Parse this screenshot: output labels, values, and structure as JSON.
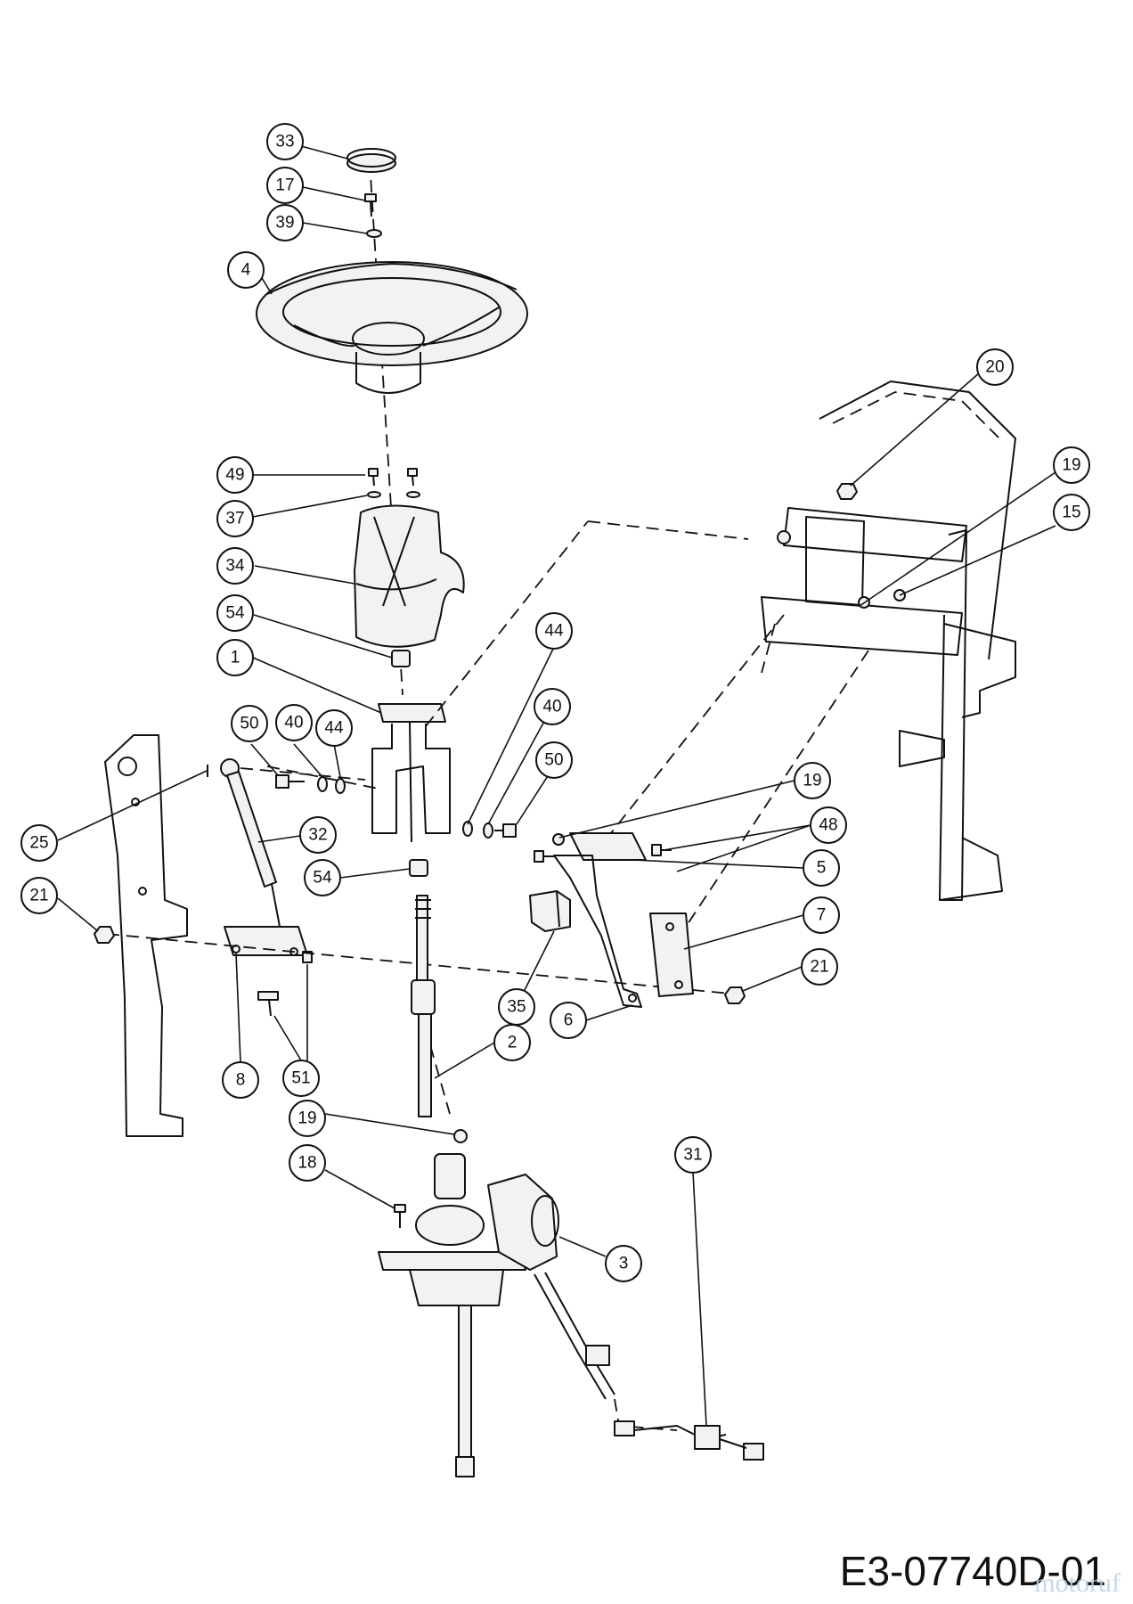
{
  "diagram": {
    "drawing_code": "E3-07740D-01",
    "watermark": "motoruf",
    "callouts": [
      {
        "id": "c33a",
        "label": "33"
      },
      {
        "id": "c17",
        "label": "17"
      },
      {
        "id": "c39",
        "label": "39"
      },
      {
        "id": "c4",
        "label": "4"
      },
      {
        "id": "c20",
        "label": "20"
      },
      {
        "id": "c19a",
        "label": "19"
      },
      {
        "id": "c15",
        "label": "15"
      },
      {
        "id": "c49",
        "label": "49"
      },
      {
        "id": "c37",
        "label": "37"
      },
      {
        "id": "c34",
        "label": "34"
      },
      {
        "id": "c54a",
        "label": "54"
      },
      {
        "id": "c1",
        "label": "1"
      },
      {
        "id": "c44a",
        "label": "44"
      },
      {
        "id": "c40a",
        "label": "40"
      },
      {
        "id": "c50a",
        "label": "50"
      },
      {
        "id": "c40b",
        "label": "40"
      },
      {
        "id": "c44b",
        "label": "44"
      },
      {
        "id": "c50b",
        "label": "50"
      },
      {
        "id": "c25",
        "label": "25"
      },
      {
        "id": "c32",
        "label": "32"
      },
      {
        "id": "c19b",
        "label": "19"
      },
      {
        "id": "c48",
        "label": "48"
      },
      {
        "id": "c5",
        "label": "5"
      },
      {
        "id": "c54b",
        "label": "54"
      },
      {
        "id": "c21a",
        "label": "21"
      },
      {
        "id": "c7",
        "label": "7"
      },
      {
        "id": "c21b",
        "label": "21"
      },
      {
        "id": "c35",
        "label": "35"
      },
      {
        "id": "c6",
        "label": "6"
      },
      {
        "id": "c2",
        "label": "2"
      },
      {
        "id": "c8",
        "label": "8"
      },
      {
        "id": "c51",
        "label": "51"
      },
      {
        "id": "c19c",
        "label": "19"
      },
      {
        "id": "c31",
        "label": "31"
      },
      {
        "id": "c18",
        "label": "18"
      },
      {
        "id": "c3",
        "label": "3"
      }
    ]
  }
}
